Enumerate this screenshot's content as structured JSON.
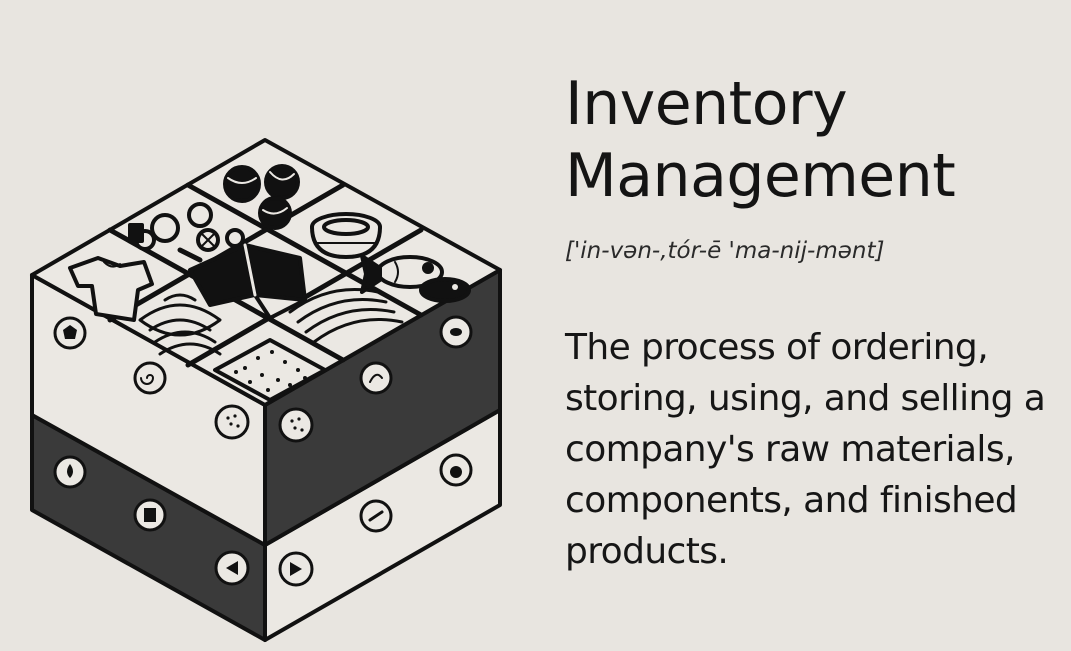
{
  "heading": {
    "title_lines": [
      "Inventory",
      "Management"
    ],
    "pronunciation": "['in-vən-,tór-ē 'ma-nij-mənt]"
  },
  "definition": {
    "lines": [
      "The process of ordering,",
      "storing, using, and selling a",
      "company's raw materials,",
      "components, and finished",
      "products."
    ]
  },
  "illustration": {
    "subject": "isometric storage cube with nine compartments of goods",
    "compartments": [
      "sports-balls",
      "bowl",
      "fish",
      "hardware",
      "gem-block",
      "meat",
      "clothing",
      "noodles",
      "grain"
    ],
    "colors": {
      "background": "#e8e5e0",
      "light_face": "#ebe8e3",
      "dark_face": "#3a3a3a",
      "outline": "#111111"
    }
  }
}
